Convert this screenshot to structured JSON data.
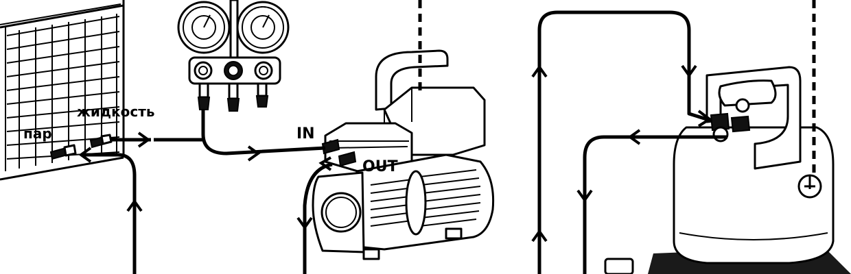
{
  "labels": {
    "vapor": "пар",
    "liquid": "жидкость",
    "pump_in": "IN",
    "pump_out": "OUT"
  },
  "icons": {
    "condenser": "condenser-unit-icon",
    "manifold": "manifold-gauge-set-icon",
    "pump": "recovery-pump-icon",
    "cylinder": "refrigerant-cylinder-icon",
    "scale": "scale-icon"
  }
}
